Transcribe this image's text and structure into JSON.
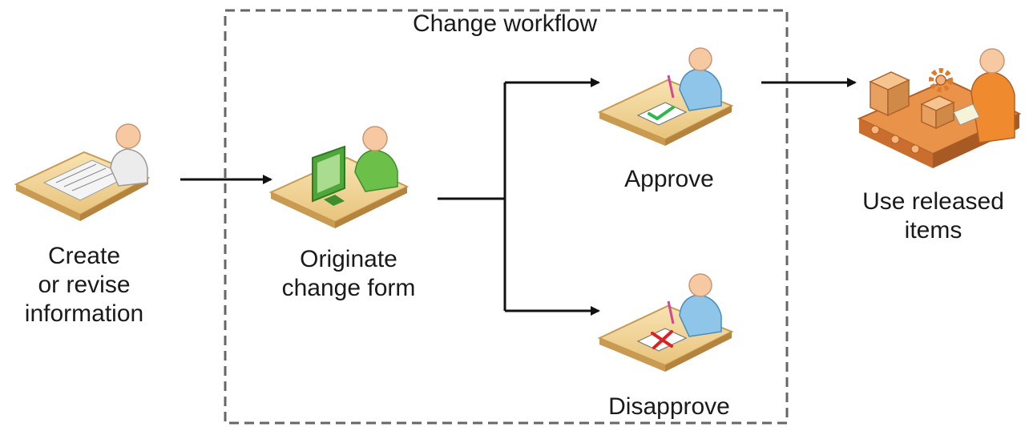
{
  "workflow_box": {
    "title": "Change workflow"
  },
  "nodes": {
    "create": {
      "label_lines": [
        "Create",
        "or revise",
        "information"
      ],
      "icon": "person-drafting-at-desk-icon",
      "shirt_color": "#ECECEC"
    },
    "originate": {
      "label_lines": [
        "Originate",
        "change form"
      ],
      "icon": "person-at-computer-icon",
      "shirt_color": "#6CC04A"
    },
    "approve": {
      "label": "Approve",
      "icon": "person-signing-approval-icon",
      "shirt_color": "#8EC5E8",
      "mark_color": "#2DB84B"
    },
    "disapprove": {
      "label": "Disapprove",
      "icon": "person-signing-rejection-icon",
      "shirt_color": "#8EC5E8",
      "mark_color": "#E02020"
    },
    "use": {
      "label_lines": [
        "Use released",
        "items"
      ],
      "icon": "person-at-conveyor-belt-icon",
      "shirt_color": "#F08A2E"
    }
  },
  "colors": {
    "desk": "#F2D9A0",
    "desk_edge": "#C89A52",
    "skin": "#F6C9A3",
    "arrow": "#111111",
    "dashed_border": "#666666",
    "machine": "#E8924A"
  }
}
